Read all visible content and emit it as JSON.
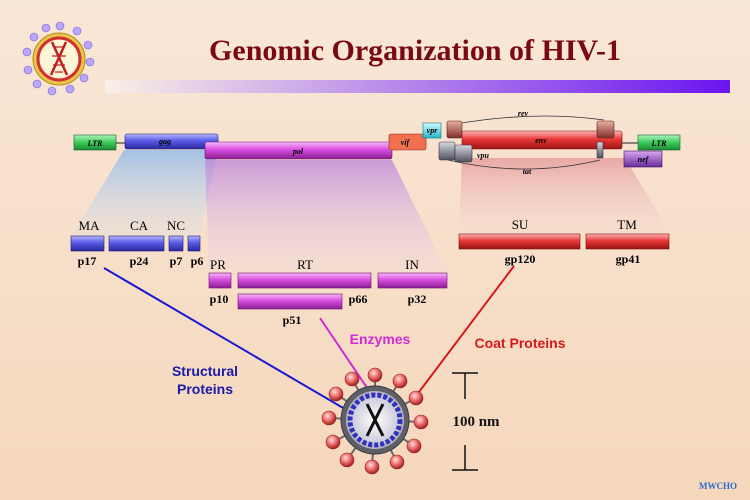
{
  "title": "Genomic Organization of HIV-1",
  "genome": {
    "ltr_left": "LTR",
    "gag": "gag",
    "pol": "pol",
    "vif": "vif",
    "vpr": "vpr",
    "rev": "rev",
    "env": "env",
    "vpu": "vpu",
    "tat": "tat",
    "ltr_right": "LTR",
    "nef": "nef"
  },
  "gag_proteins": [
    {
      "name": "MA",
      "weight": "p17"
    },
    {
      "name": "CA",
      "weight": "p24"
    },
    {
      "name": "NC",
      "weight": "p7"
    },
    {
      "name": "",
      "weight": "p6"
    }
  ],
  "pol_proteins": [
    {
      "name": "PR",
      "weight": "p10"
    },
    {
      "name": "RT",
      "weight": "p66"
    },
    {
      "name": "",
      "weight": "p51"
    },
    {
      "name": "IN",
      "weight": "p32"
    }
  ],
  "env_proteins": [
    {
      "name": "SU",
      "weight": "gp120"
    },
    {
      "name": "TM",
      "weight": "gp41"
    }
  ],
  "categories": {
    "structural_line1": "Structural",
    "structural_line2": "Proteins",
    "enzymes": "Enzymes",
    "coat": "Coat Proteins"
  },
  "scale_label": "100 nm",
  "credit": "MWCHO",
  "colors": {
    "title": "#7a0a12",
    "gag": "#5a5ae6",
    "pol": "#d84ee0",
    "env": "#e83838",
    "ltr": "#3ccb5a",
    "structural": "#1a1aa8",
    "enzymes": "#d22ad2",
    "coat": "#d81818"
  }
}
